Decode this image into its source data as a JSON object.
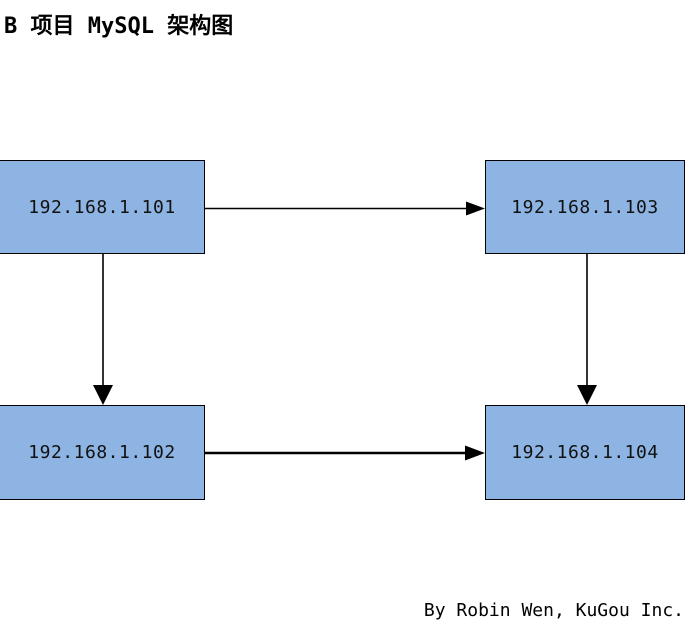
{
  "title": "B 项目 MySQL 架构图",
  "credit": "By Robin Wen, KuGou Inc.",
  "colors": {
    "node_fill": "#8DB4E2",
    "node_border": "#000000",
    "arrow": "#000000",
    "background": "#FFFFFF",
    "text": "#000000"
  },
  "nodes": [
    {
      "id": "node-101",
      "label": "192.168.1.101",
      "position": "top-left"
    },
    {
      "id": "node-103",
      "label": "192.168.1.103",
      "position": "top-right"
    },
    {
      "id": "node-102",
      "label": "192.168.1.102",
      "position": "bottom-left"
    },
    {
      "id": "node-104",
      "label": "192.168.1.104",
      "position": "bottom-right"
    }
  ],
  "edges": [
    {
      "from": "192.168.1.101",
      "to": "192.168.1.103",
      "direction": "right"
    },
    {
      "from": "192.168.1.101",
      "to": "192.168.1.102",
      "direction": "down"
    },
    {
      "from": "192.168.1.103",
      "to": "192.168.1.104",
      "direction": "down"
    },
    {
      "from": "192.168.1.102",
      "to": "192.168.1.104",
      "direction": "right"
    }
  ]
}
